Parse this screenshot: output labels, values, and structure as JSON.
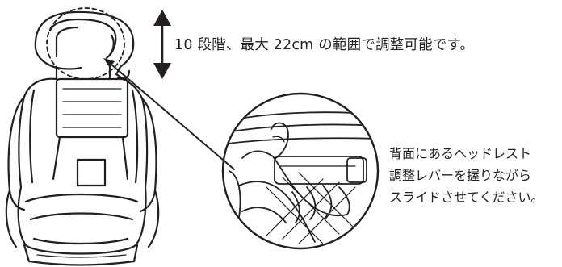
{
  "captions": {
    "height_adjustment": "10 段階、最大 22cm の範囲で調整可能です。",
    "instruction_lines": [
      "背面にあるヘッドレスト",
      "調整レバーを握りながら",
      "スライドさせてください。"
    ]
  },
  "icons": {
    "seat": "car-seat-outline-icon",
    "arrow": "double-vertical-arrow-icon",
    "hand": "hand-gripping-lever-icon"
  },
  "colors": {
    "stroke": "#231f20",
    "background": "#ffffff"
  }
}
